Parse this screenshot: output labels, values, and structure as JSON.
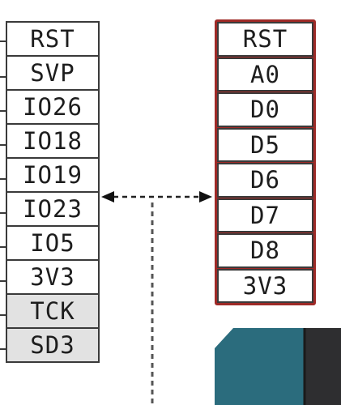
{
  "left_header": {
    "pins": [
      {
        "label": "RST",
        "shaded": false
      },
      {
        "label": "SVP",
        "shaded": false
      },
      {
        "label": "IO26",
        "shaded": false
      },
      {
        "label": "IO18",
        "shaded": false
      },
      {
        "label": "IO19",
        "shaded": false
      },
      {
        "label": "IO23",
        "shaded": false
      },
      {
        "label": "IO5",
        "shaded": false
      },
      {
        "label": "3V3",
        "shaded": false
      },
      {
        "label": "TCK",
        "shaded": true
      },
      {
        "label": "SD3",
        "shaded": true
      }
    ]
  },
  "right_header": {
    "border_color": "#9e2a27",
    "pins": [
      {
        "label": "RST"
      },
      {
        "label": "A0"
      },
      {
        "label": "D0"
      },
      {
        "label": "D5"
      },
      {
        "label": "D6"
      },
      {
        "label": "D7"
      },
      {
        "label": "D8"
      },
      {
        "label": "3V3"
      }
    ]
  },
  "colors": {
    "board_teal": "#2b6c7d",
    "board_dark": "#2e2e30",
    "line": "#3a3a3a"
  }
}
